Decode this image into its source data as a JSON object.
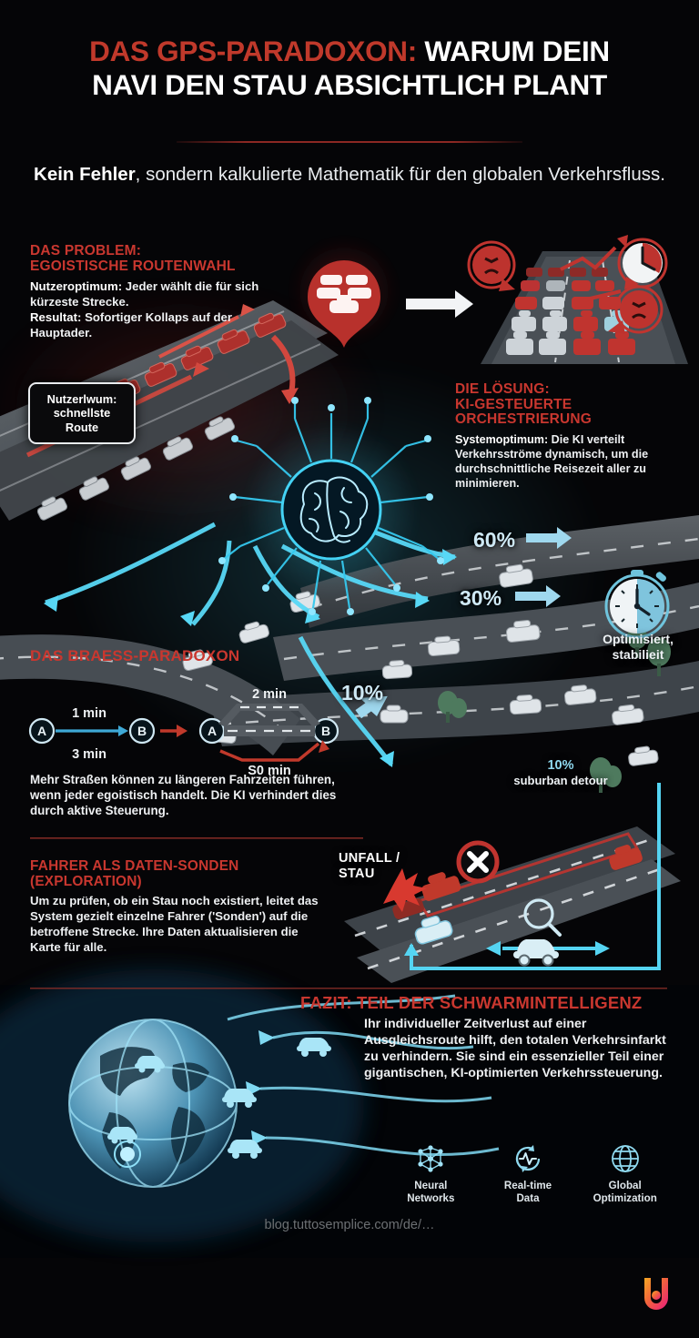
{
  "header": {
    "title_red": "DAS GPS-PARADOXON:",
    "title_white_1": "WARUM DEIN",
    "title_white_2": "NAVI DEN STAU ABSICHTLICH PLANT",
    "subtitle_bold": "Kein Fehler",
    "subtitle_rest": ", sondern kalkulierte Mathematik für den globalen Verkehrsfluss."
  },
  "problem": {
    "heading_line1": "DAS PROBLEM:",
    "heading_line2": "EGOISTISCHE ROUTENWAHL",
    "label_1": "Nutzeroptimum:",
    "text_1": " Jeder wählt die für sich kürzeste Strecke.",
    "label_2": "Resultat:",
    "text_2": " Sofortiger Kollaps auf der Hauptader."
  },
  "callout": {
    "line1": "Nutzerlwum:",
    "line2": "schnellste",
    "line3": "Route"
  },
  "solution": {
    "heading_line1": "DIE LÖSUNG:",
    "heading_line2": "KI-GESTEUERTE",
    "heading_line3": "ORCHESTRIERUNG",
    "label_1": "Systemoptimum:",
    "text_1": " Die KI verteilt Verkehrsströme dynamisch, um die durchschnittliche Reisezeit aller zu minimieren."
  },
  "flow_splits": {
    "main": "60%",
    "secondary": "30%",
    "tertiary": "10%",
    "detour_pct": "10%",
    "detour_label": "suburban detour",
    "stability_line1": "Optimisiert,",
    "stability_line2": "stabilieit"
  },
  "braess": {
    "heading": "DAS BRAESS-PARADOXON",
    "left_top_label": "1 min",
    "left_bottom_label": "3 min",
    "node_a": "A",
    "node_b": "B",
    "right_top_label": "2 min",
    "right_bottom_label": "S0 min",
    "text": "Mehr Straßen können zu längeren Fahrzeiten führen, wenn jeder egoistisch handelt. Die KI verhindert dies durch aktive Steuerung."
  },
  "probes": {
    "heading_line1": "FAHRER ALS DATEN-SONDEN",
    "heading_line2": "(EXPLORATION)",
    "text": "Um zu prüfen, ob ein Stau noch existiert, leitet das System gezielt einzelne Fahrer ('Sonden') auf die betroffene Strecke. Ihre Daten aktualisieren die Karte für alle.",
    "incident_line1": "UNFALL /",
    "incident_line2": "STAU"
  },
  "fazit": {
    "heading": "FAZIT: TEIL DER SCHWARMINTELLIGENZ",
    "text": "Ihr individueller Zeitverlust auf einer Ausgleichsroute hilft, den totalen Verkehrsinfarkt zu verhindern. Sie sind ein essenzieller Teil einer gigantischen, KI-optimierten Verkehrssteuerung."
  },
  "feature_icons": [
    {
      "icon": "neural-network-icon",
      "line1": "Neural",
      "line2": "Networks"
    },
    {
      "icon": "realtime-refresh-icon",
      "line1": "Real-time",
      "line2": "Data"
    },
    {
      "icon": "globe-icon",
      "line1": "Global",
      "line2": "Optimization"
    }
  ],
  "footer": {
    "url": "blog.tuttosemplice.com/de/…"
  },
  "colors": {
    "accent_red": "#c0392b",
    "heading_red": "#c9372f",
    "cyan": "#4fd2f0",
    "background": "#050507",
    "text": "#eef0f2"
  }
}
